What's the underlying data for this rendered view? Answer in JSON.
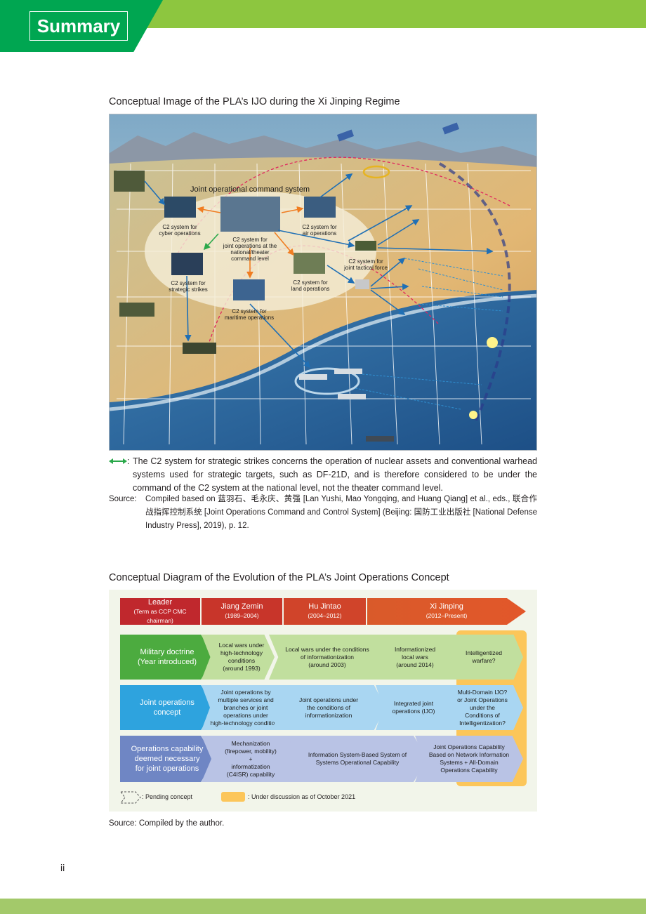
{
  "header": {
    "label": "Summary",
    "color_dark": "#00a651",
    "color_light": "#8dc63f"
  },
  "figure1": {
    "title": "Conceptual Image of the PLA’s IJO during the Xi Jinping Regime",
    "labels": {
      "command_system": "Joint operational command system",
      "cyber": [
        "C2 system for",
        "cyber operations"
      ],
      "air": [
        "C2 system for",
        "air operations"
      ],
      "national": [
        "C2 system for",
        "joint operations at the",
        "national/theater",
        "command level"
      ],
      "tactical": [
        "C2 system for",
        "joint tactical force"
      ],
      "strategic": [
        "C2 system for",
        "strategic strikes"
      ],
      "land": [
        "C2 system for",
        "land operations"
      ],
      "maritime": [
        "C2 system for",
        "maritime operations"
      ]
    },
    "note": "The C2 system for strategic strikes concerns the operation of nuclear assets and conventional warhead systems used for strategic targets, such as DF-21D, and is therefore considered to be under the command of the C2 system at the national level, not the theater command level.",
    "source_label": "Source:",
    "source_text": "Compiled based on 蓝羽石、毛永庆、黄强 [Lan Yushi, Mao Yongqing, and Huang Qiang] et al., eds., 联合作战指挥控制系统 [Joint Operations Command and Control System] (Beijing: 国防工业出版社 [National Defense Industry Press], 2019), p. 12."
  },
  "figure2": {
    "title": "Conceptual Diagram of the Evolution of the PLA’s Joint Operations Concept",
    "leaders": [
      {
        "name": "Leader",
        "term": "(Term as CCP CMC chairman)"
      },
      {
        "name": "Jiang Zemin",
        "term": "(1989–2004)"
      },
      {
        "name": "Hu Jintao",
        "term": "(2004–2012)"
      },
      {
        "name": "Xi Jinping",
        "term": "(2012–Present)"
      }
    ],
    "rows": [
      {
        "head": "Military doctrine\n(Year introduced)",
        "cells": [
          "Local wars under\nhigh-technology\nconditions\n(around 1993)",
          "Local wars under the conditions\nof informationization\n(around 2003)",
          "Informationized\nlocal wars\n(around 2014)",
          "Intelligentized\nwarfare?"
        ]
      },
      {
        "head": "Joint operations\nconcept",
        "cells": [
          "Joint operations by\nmultiple services and\nbranches or joint\noperations under\nhigh-technology conditions",
          "Joint operations under\nthe conditions of\ninformationization",
          "Integrated joint\noperations (IJO)",
          "Multi-Domain IJO?\nor Joint Operations\nunder the\nConditions of\nIntelligentization?"
        ]
      },
      {
        "head": "Operations capability\ndeemed necessary\nfor joint operations",
        "cells": [
          "Mechanization\n(firepower, mobility)\n+\ninformatization\n(C4ISR) capability",
          "Information System-Based System of\nSystems Operational Capability",
          "Joint Operations Capability\nBased on Network Information\nSystems + All-Domain\nOperations Capability"
        ]
      }
    ],
    "legend_pending": ": Pending concept",
    "legend_discussion": ": Under discussion as of October 2021",
    "source": "Source: Compiled by the author."
  },
  "page_number": "ii"
}
